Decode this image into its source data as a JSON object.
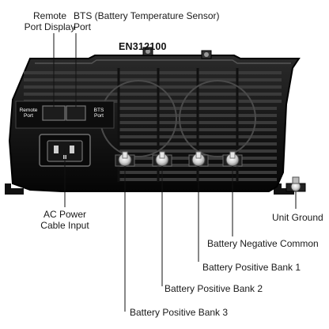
{
  "model": "EN312100",
  "callouts": {
    "remote_port_display": [
      "Remote",
      "Port Display"
    ],
    "bts_port": [
      "BTS (Battery Temperature Sensor)",
      "Port"
    ],
    "ac_power_cable_input": [
      "AC Power",
      "Cable Input"
    ],
    "unit_ground": "Unit Ground",
    "battery_negative_common": "Battery Negative Common",
    "battery_positive_bank_1": "Battery Positive Bank 1",
    "battery_positive_bank_2": "Battery Positive Bank 2",
    "battery_positive_bank_3": "Battery Positive Bank 3"
  },
  "panel_labels": {
    "remote_port": [
      "Remote",
      "Port"
    ],
    "bts_port": [
      "BTS",
      "Port"
    ]
  }
}
